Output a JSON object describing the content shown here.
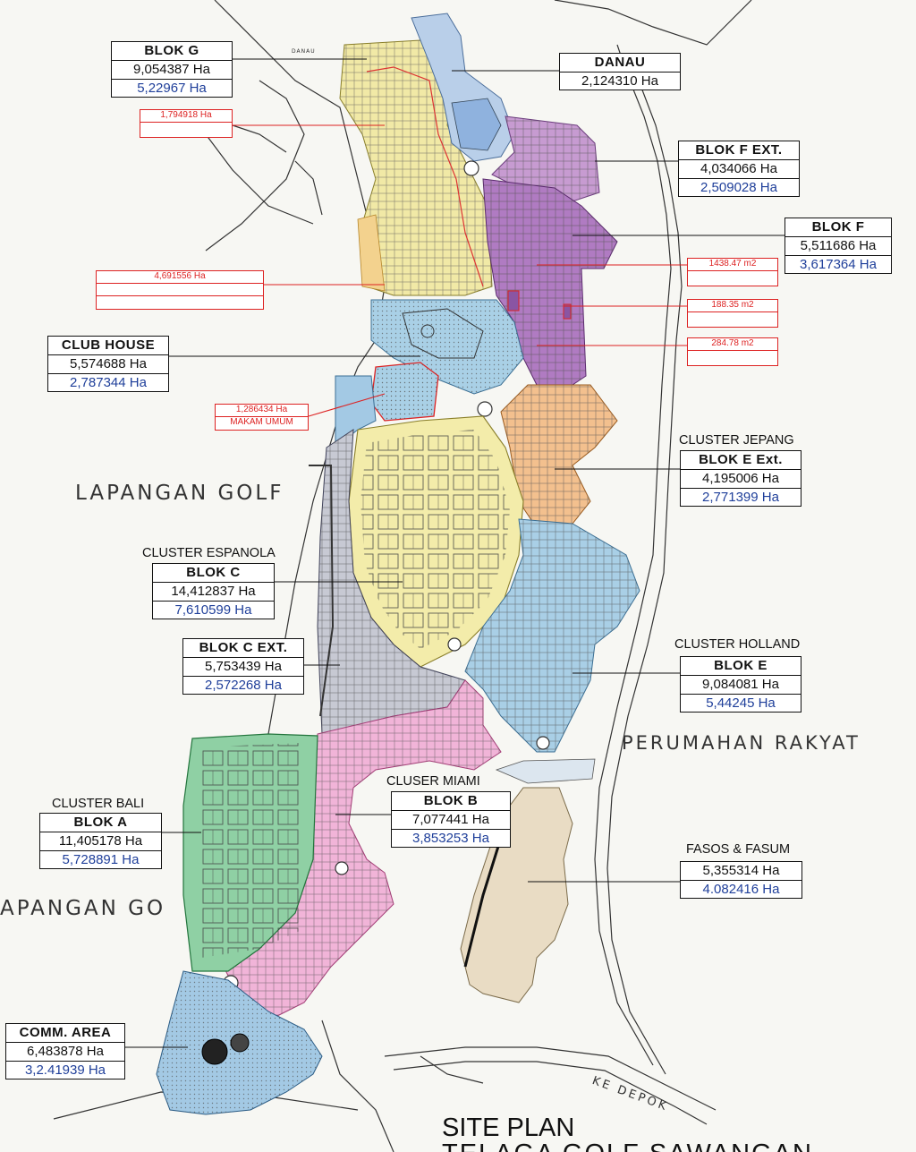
{
  "blocks": {
    "blok_g": {
      "name": "BLOK G",
      "area": "9,054387 Ha",
      "sub": "5,22967 Ha"
    },
    "danau": {
      "name": "DANAU",
      "area": "2,124310 Ha"
    },
    "blok_f_ext": {
      "name": "BLOK F EXT.",
      "area": "4,034066 Ha",
      "sub": "2,509028 Ha"
    },
    "blok_f": {
      "name": "BLOK F",
      "area": "5,511686 Ha",
      "sub": "3,617364 Ha"
    },
    "club_house": {
      "name": "CLUB HOUSE",
      "area": "5,574688 Ha",
      "sub": "2,787344 Ha"
    },
    "blok_e_ext": {
      "cluster": "CLUSTER JEPANG",
      "name": "BLOK E Ext.",
      "area": "4,195006 Ha",
      "sub": "2,771399 Ha"
    },
    "blok_c": {
      "cluster": "CLUSTER ESPANOLA",
      "name": "BLOK C",
      "area": "14,412837 Ha",
      "sub": "7,610599 Ha"
    },
    "blok_c_ext": {
      "name": "BLOK C EXT.",
      "area": "5,753439 Ha",
      "sub": "2,572268 Ha"
    },
    "blok_e": {
      "cluster": "CLUSTER HOLLAND",
      "name": "BLOK E",
      "area": "9,084081 Ha",
      "sub": "5,44245 Ha"
    },
    "blok_b": {
      "cluster": "CLUSER MIAMI",
      "name": "BLOK B",
      "area": "7,077441 Ha",
      "sub": "3,853253 Ha"
    },
    "blok_a": {
      "cluster": "CLUSTER BALI",
      "name": "BLOK A",
      "area": "11,405178 Ha",
      "sub": "5,728891 Ha"
    },
    "fasos": {
      "name": "FASOS & FASUM",
      "area": "5,355314 Ha",
      "sub": "4.082416 Ha"
    },
    "comm_area": {
      "name": "COMM. AREA",
      "area": "6,483878 Ha",
      "sub": "3,2.41939 Ha"
    }
  },
  "red_labels": {
    "r1": "1,794918 Ha",
    "r2": "4,691556 Ha",
    "r3": "1438.47 m2",
    "r4": "188.35 m2",
    "r5": "284.78 m2",
    "makam_area": "1,286434 Ha",
    "makam_name": "MAKAM UMUM"
  },
  "map_text": {
    "lapangan_golf_1": "LAPANGAN GOLF",
    "lapangan_golf_2": "APANGAN GO",
    "perumahan": "PERUMAHAN RAKYAT",
    "ke_depok": "KE DEPOK",
    "danau_small": "DANAU"
  },
  "title": {
    "line1": "SITE PLAN",
    "line2": "TELAGA GOLF  SAWANGAN"
  },
  "colors": {
    "blok_g": "#f1e9a6",
    "danau": "#b9cfe9",
    "blok_f": "#b07bc2",
    "blok_f_ext": "#c79bd1",
    "club_house": "#a9d0e6",
    "blok_e_ext": "#f3c08e",
    "blok_c": "#f3ecaa",
    "blok_c_ext": "#c7c9d3",
    "blok_e": "#a9cfe6",
    "blok_b": "#f1b4d8",
    "blok_a": "#8fd0a4",
    "fasos": "#e9dcc4",
    "comm_area": "#a3c9e4",
    "red": "#d22222",
    "blue_text": "#1f3f9a"
  }
}
